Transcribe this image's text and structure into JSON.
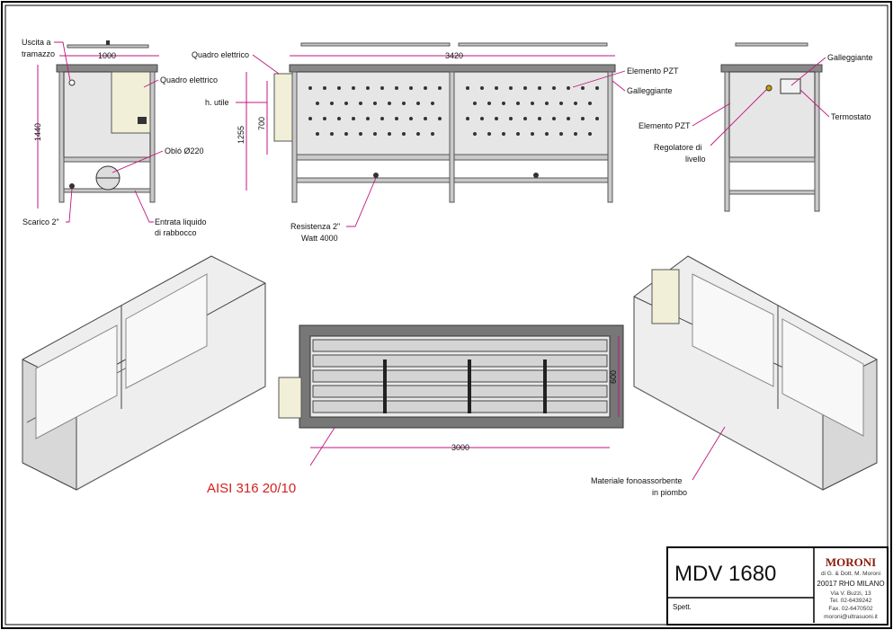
{
  "front_view": {
    "outlet_label_1": "Uscita a",
    "outlet_label_2": "tramazzo",
    "width_dim": "1000",
    "height_dim": "1440",
    "panel_label": "Quadro elettrico",
    "porthole_label": "Obló Ø220",
    "drain_label": "Scarico 2\"",
    "inlet_label_1": "Entrata liquido",
    "inlet_label_2": "di rabbocco"
  },
  "side_view": {
    "panel_label": "Quadro elettrico",
    "useful_height_label": "h. utile",
    "length_dim": "3420",
    "useful_height_dim": "700",
    "height_dim": "1255",
    "pzt_label": "Elemento PZT",
    "float_label": "Galleggiante",
    "heater_label_1": "Resistenza 2\"",
    "heater_label_2": "Watt 4000"
  },
  "end_view": {
    "float_label": "Galleggiante",
    "pzt_label": "Elemento PZT",
    "level_label_1": "Regolatore di",
    "level_label_2": "livello",
    "thermostat_label": "Termostato"
  },
  "top_view": {
    "length_dim": "3000",
    "width_dim": "600"
  },
  "material_label": "AISI 316 20/10",
  "soundproof_label_1": "Materiale fonoassorbente",
  "soundproof_label_2": "in piombo",
  "title_block": {
    "model": "MDV 1680",
    "client_label": "Spett.",
    "company_logo": "MORONI",
    "company_sub": "di G. & Dott. M. Moroni",
    "city": "20017 RHO MILANO",
    "address": "Via V. Buzzi, 13",
    "tel": "Tel. 02-6439242",
    "fax": "Fax. 02-6470502",
    "email": "moroni@ultrasuoni.it"
  },
  "colors": {
    "dimension": "#c0157f",
    "material_text": "#d42020"
  }
}
